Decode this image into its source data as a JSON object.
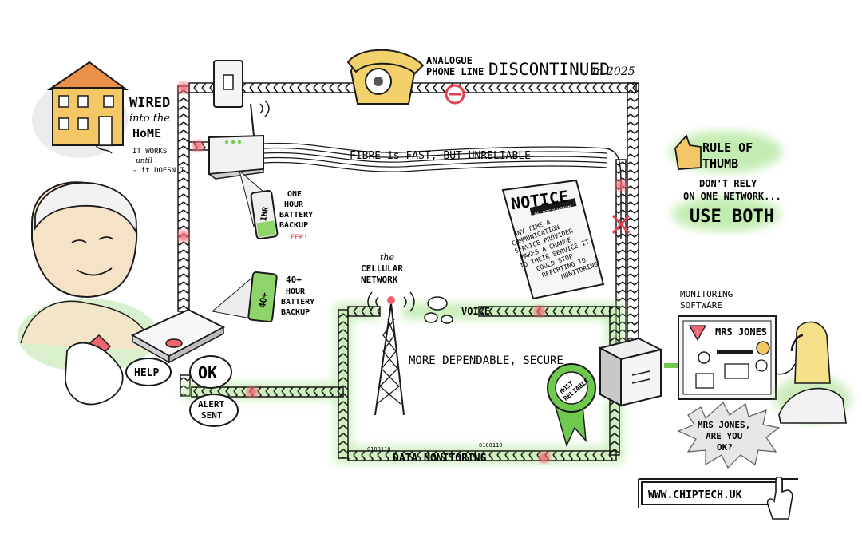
{
  "colors": {
    "ink": "#1a1a1a",
    "house_wall": "#f4c766",
    "house_roof": "#e9914a",
    "phone_yellow": "#f2d06b",
    "glow_green": "#9be07e",
    "accent_green": "#6fc94f",
    "node_red": "#f06470",
    "stop_red": "#e0404f",
    "skin": "#f6e2c6",
    "dress_dot": "#8fd46a"
  },
  "house": {
    "title_line1": "WIRED",
    "title_line2": "into the",
    "title_line3": "HoME",
    "note_line1": "IT WORKS",
    "note_line2": "until .",
    "note_line3": "- it DOESN'T"
  },
  "analogue": {
    "line1": "ANALOGUE",
    "line2": "PHONE LINE",
    "discontinued": "DISCONTINUED",
    "year": "in 2025"
  },
  "fibre": {
    "label": "FIBRE is FAST, BUT UNRELIABLE"
  },
  "battery_short": {
    "cell_label": "1HR",
    "line1": "ONE",
    "line2": "HOUR",
    "line3": "BATTERY",
    "line4": "BACKUP",
    "eek": "EEK!"
  },
  "battery_long": {
    "cell_label": "40+",
    "line1": "40+",
    "line2": "HOUR",
    "line3": "BATTERY",
    "line4": "BACKUP"
  },
  "notice": {
    "title": "NOTICE",
    "subtitle": "OF DISRUPTION",
    "body": [
      "ANY TIME A",
      "COMMUNICATION",
      "SERVICE PROVIDER",
      "MAKES A CHANGE",
      "TO THEIR SERVICE IT",
      "COULD STOP",
      "REPORTING TO",
      "MONITORING"
    ]
  },
  "rule": {
    "line1": "RULE OF",
    "line2": "THUMB",
    "line3": "DON'T RELY",
    "line4": "ON ONE NETWORK...",
    "line5": "USE BOTH"
  },
  "cellular": {
    "line1": "the",
    "line2": "CELLULAR",
    "line3": "NETWORK",
    "voice": "VOICE",
    "dependable": "MORE DEPENDABLE, SECURE",
    "data_monitoring": "DATA MONITORING",
    "binary": "0100110"
  },
  "rosette": {
    "line1": "MOST",
    "line2": "RELIABLE"
  },
  "alarm": {
    "help": "HELP",
    "ok": "OK",
    "alert_line1": "ALERT",
    "alert_line2": "SENT"
  },
  "monitoring": {
    "label_line1": "MONITORING",
    "label_line2": "SOFTWARE",
    "screen_name": "MRS JONES",
    "warning": "!",
    "bubble_line1": "MRS JONES,",
    "bubble_line2": "ARE YOU",
    "bubble_line3": "OK?"
  },
  "website": {
    "url": "WWW.CHIPTECH.UK"
  }
}
